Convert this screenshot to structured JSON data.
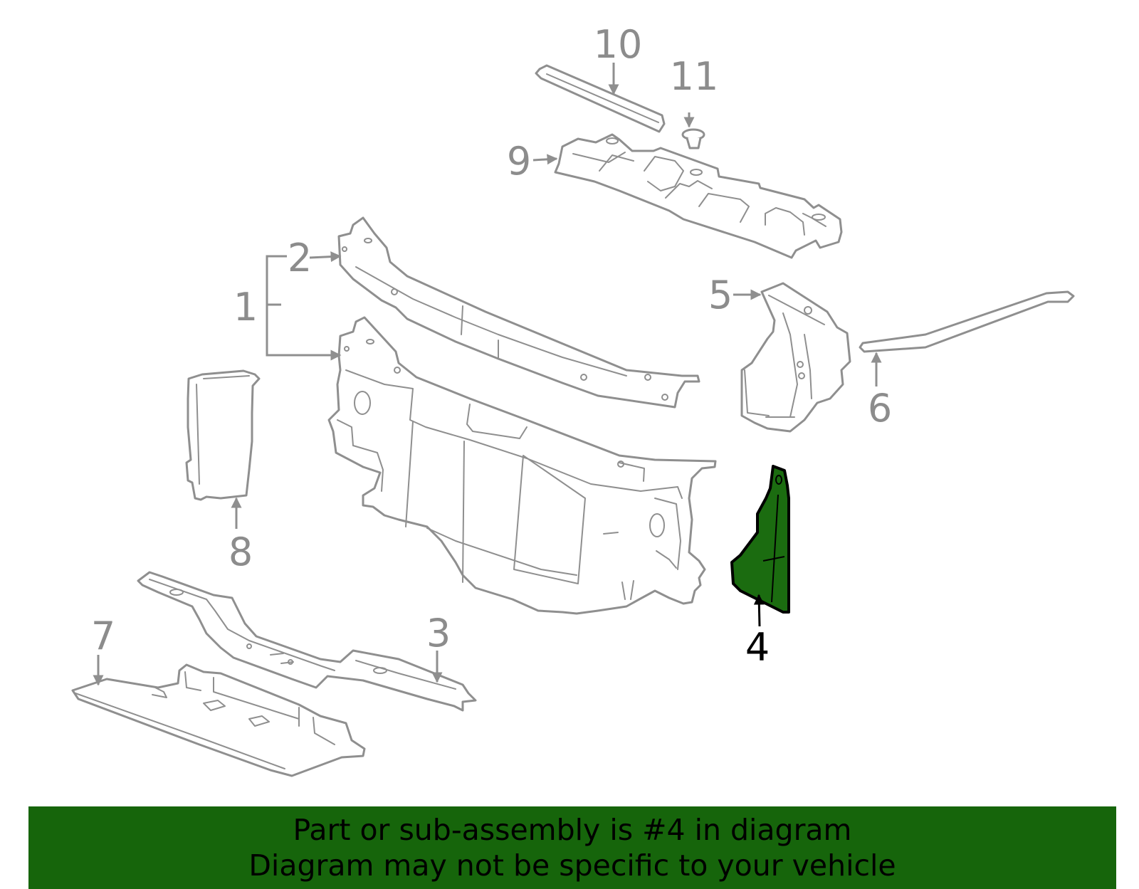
{
  "diagram": {
    "callouts": [
      "1",
      "2",
      "3",
      "4",
      "5",
      "6",
      "7",
      "8",
      "9",
      "10",
      "11"
    ],
    "highlighted_callout": "4",
    "colors": {
      "part_outline": "#8f8f8f",
      "highlight_fill": "#1b6c10",
      "banner_background": "#16650b"
    }
  },
  "banner": {
    "line1": "Part or sub-assembly is #4 in diagram",
    "line2": "Diagram may not be specific to your vehicle"
  }
}
